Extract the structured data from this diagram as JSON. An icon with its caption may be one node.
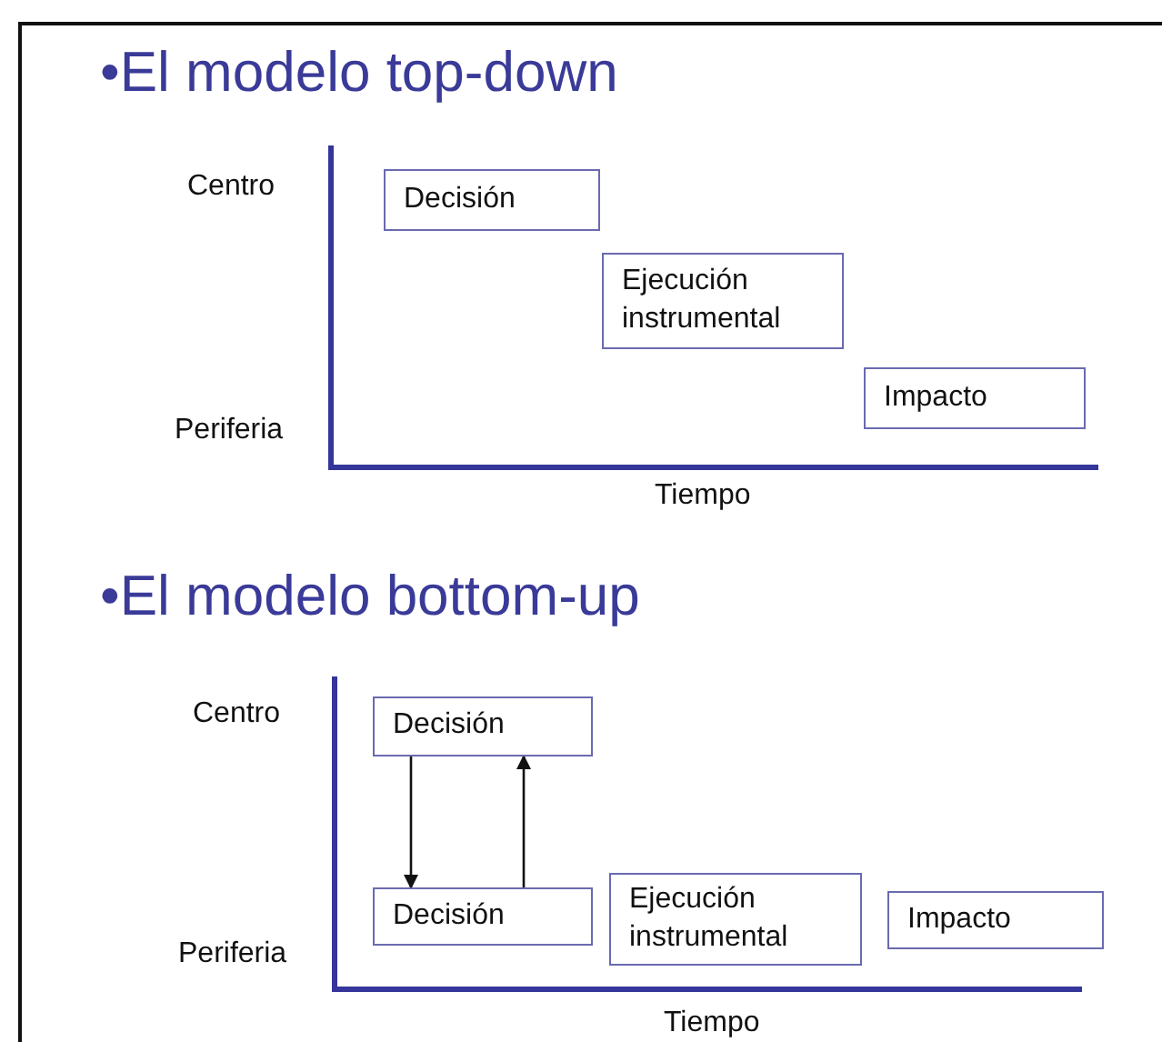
{
  "diagram": {
    "nodes": [
      {
        "text": [
          "Decisión"
        ]
      },
      {
        "text": [
          "Ejecución instrumental"
        ]
      },
      {
        "text": [
          "Impacto"
        ]
      },
      {
        "text": [
          "Decisión"
        ]
      },
      {
        "text": [
          "Decisión"
        ]
      },
      {
        "text": [
          "Ejecución instrumental"
        ]
      },
      {
        "text": [
          "Impacto"
        ]
      }
    ],
    "edges": [
      {
        "from": 3,
        "to": 4,
        "arrow": "to"
      },
      {
        "from": 4,
        "to": 3,
        "arrow": "to"
      }
    ],
    "labels": [
      "•El modelo top-down",
      "Centro",
      "Periferia",
      "Tiempo",
      "•El modelo bottom-up",
      "Centro",
      "Periferia",
      "Tiempo"
    ]
  }
}
